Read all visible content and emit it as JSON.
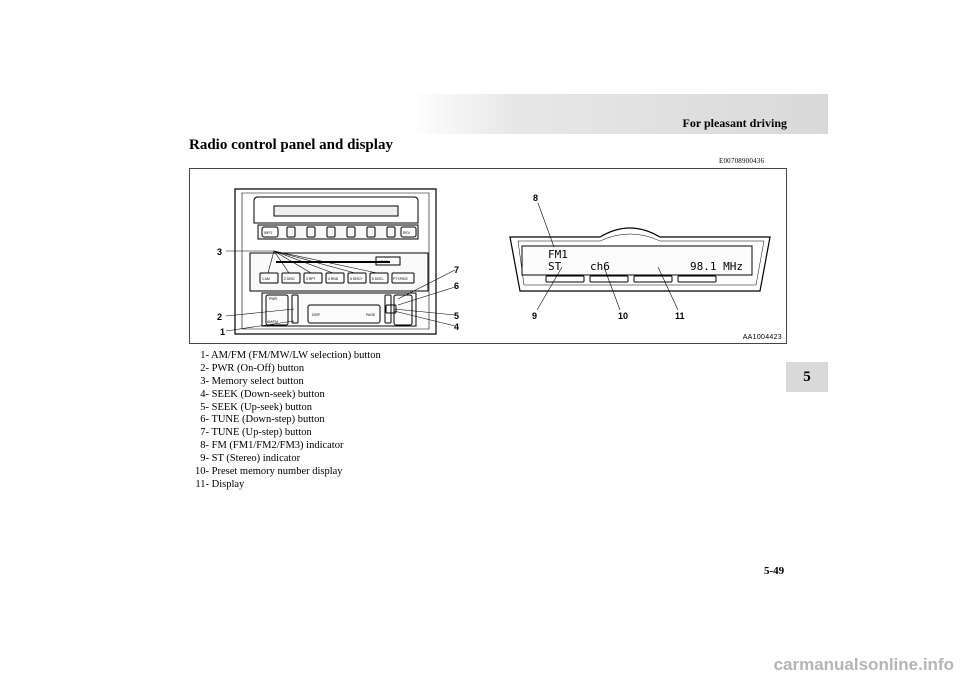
{
  "header": {
    "section_title": "For pleasant driving"
  },
  "heading": {
    "title": "Radio control panel and display",
    "code": "E00708900436"
  },
  "chapter_tab": "5",
  "figure": {
    "code": "AA1004423",
    "callouts": [
      "1",
      "2",
      "3",
      "4",
      "5",
      "6",
      "7",
      "8",
      "9",
      "10",
      "11"
    ],
    "display": {
      "band": "FM1",
      "stereo": "ST",
      "channel": "ch6",
      "frequency": "98.1 MHz"
    },
    "panel_labels": {
      "info": "INFO",
      "rev": "REV",
      "load": "LOAD",
      "preset1": "1 AM",
      "preset2": "2 DISC",
      "preset3": "3 RPT",
      "preset4": "4 RND",
      "preset5": "5 DISC+",
      "preset6": "6 DISC-",
      "pty": "PTY/RDS",
      "disp": "DISP",
      "page": "PAGE",
      "pwr": "PWR",
      "amfm": "AM/FM"
    }
  },
  "legend": [
    {
      "num": "1-",
      "text": "AM/FM (FM/MW/LW selection) button"
    },
    {
      "num": "2-",
      "text": "PWR (On-Off) button"
    },
    {
      "num": "3-",
      "text": "Memory select button"
    },
    {
      "num": "4-",
      "text": "SEEK (Down-seek) button"
    },
    {
      "num": "5-",
      "text": "SEEK (Up-seek) button"
    },
    {
      "num": "6-",
      "text": "TUNE (Down-step) button"
    },
    {
      "num": "7-",
      "text": "TUNE (Up-step) button"
    },
    {
      "num": "8-",
      "text": "FM (FM1/FM2/FM3) indicator"
    },
    {
      "num": "9-",
      "text": "ST (Stereo) indicator"
    },
    {
      "num": "10-",
      "text": "Preset memory number display"
    },
    {
      "num": "11-",
      "text": "Display"
    }
  ],
  "footer": {
    "page_number": "5-49",
    "watermark": "carmanualsonline.info"
  }
}
